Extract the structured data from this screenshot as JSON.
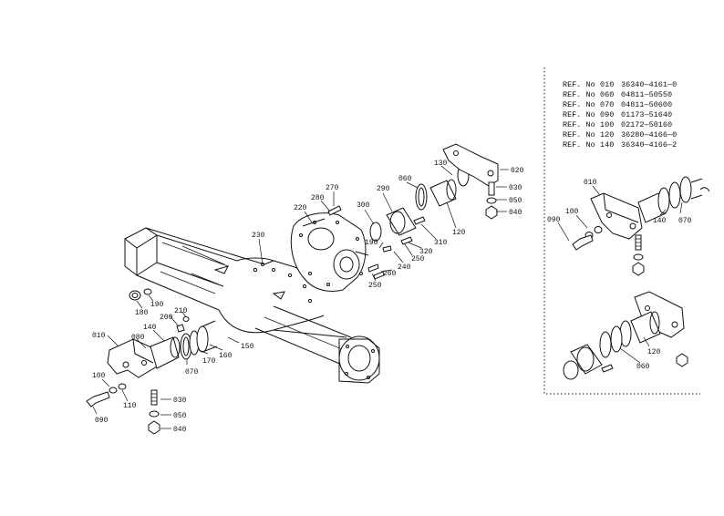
{
  "ref_table": [
    {
      "label": "REF. No",
      "num": "010",
      "part": "36340—4161—0"
    },
    {
      "label": "REF. No",
      "num": "060",
      "part": "04811—50550"
    },
    {
      "label": "REF. No",
      "num": "070",
      "part": "04811—50600"
    },
    {
      "label": "REF. No",
      "num": "090",
      "part": "01173—51640"
    },
    {
      "label": "REF. No",
      "num": "100",
      "part": "02172—50160"
    },
    {
      "label": "REF. No",
      "num": "120",
      "part": "36280—4166—0"
    },
    {
      "label": "REF. No",
      "num": "140",
      "part": "36340—4166—2"
    }
  ],
  "main_callouts": [
    "010",
    "080",
    "140",
    "070",
    "170",
    "160",
    "150",
    "100",
    "110",
    "090",
    "030",
    "050",
    "040",
    "180",
    "190",
    "200",
    "210",
    "230",
    "220",
    "280",
    "270",
    "300",
    "290",
    "060",
    "130",
    "020",
    "030",
    "050",
    "040",
    "120",
    "310",
    "320",
    "190",
    "240",
    "250",
    "260",
    "250"
  ],
  "inset_top_callouts": [
    "010",
    "100",
    "090",
    "140",
    "070"
  ],
  "inset_bottom_callouts": [
    "120",
    "060"
  ]
}
